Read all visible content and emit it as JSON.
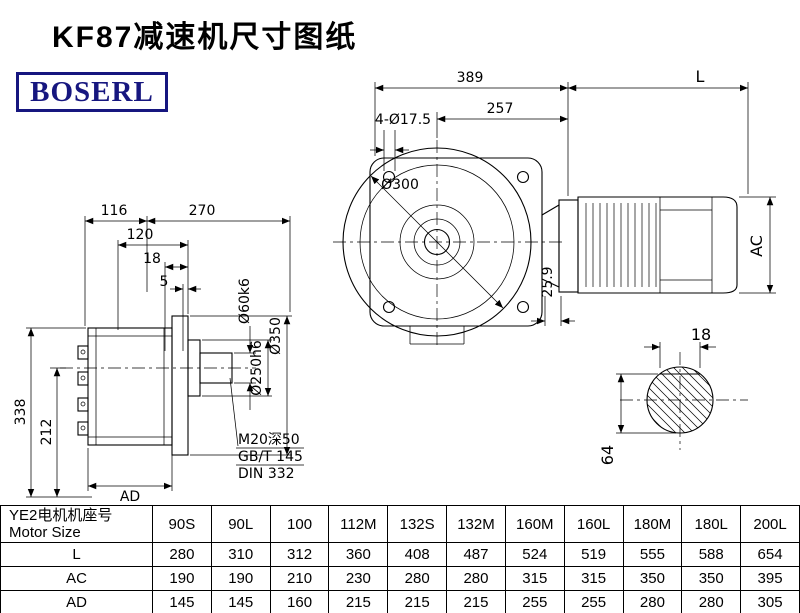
{
  "page": {
    "title": "KF87减速机尺寸图纸",
    "brand": "BOSERL"
  },
  "drawing": {
    "front": {
      "dim_389": "389",
      "dim_L": "L",
      "dim_257": "257",
      "holes_note": "4-Ø17.5",
      "dia_300": "Ø300",
      "dim_25_9": "25.9",
      "dim_AC": "AC"
    },
    "side": {
      "dim_116": "116",
      "dim_270": "270",
      "dim_120": "120",
      "dim_18": "18",
      "dim_5": "5",
      "dim_338": "338",
      "dim_212": "212",
      "dim_AD": "AD",
      "dia_60": "Ø60k6",
      "dia_250": "Ø250h6",
      "dia_350": "Ø350",
      "note_thread": "M20深50",
      "note_std1": "GB/T 145",
      "note_std2": "DIN 332"
    },
    "shaft": {
      "dim_18": "18",
      "dim_64": "64"
    }
  },
  "table": {
    "header_cn": "YE2电机机座号",
    "header_en": "Motor Size",
    "columns": [
      "90S",
      "90L",
      "100",
      "112M",
      "132S",
      "132M",
      "160M",
      "160L",
      "180M",
      "180L",
      "200L"
    ],
    "rows": [
      {
        "label": "L",
        "values": [
          "280",
          "310",
          "312",
          "360",
          "408",
          "487",
          "524",
          "519",
          "555",
          "588",
          "654"
        ]
      },
      {
        "label": "AC",
        "values": [
          "190",
          "190",
          "210",
          "230",
          "280",
          "280",
          "315",
          "315",
          "350",
          "350",
          "395"
        ]
      },
      {
        "label": "AD",
        "values": [
          "145",
          "145",
          "160",
          "215",
          "215",
          "215",
          "255",
          "255",
          "280",
          "280",
          "305"
        ]
      }
    ]
  }
}
